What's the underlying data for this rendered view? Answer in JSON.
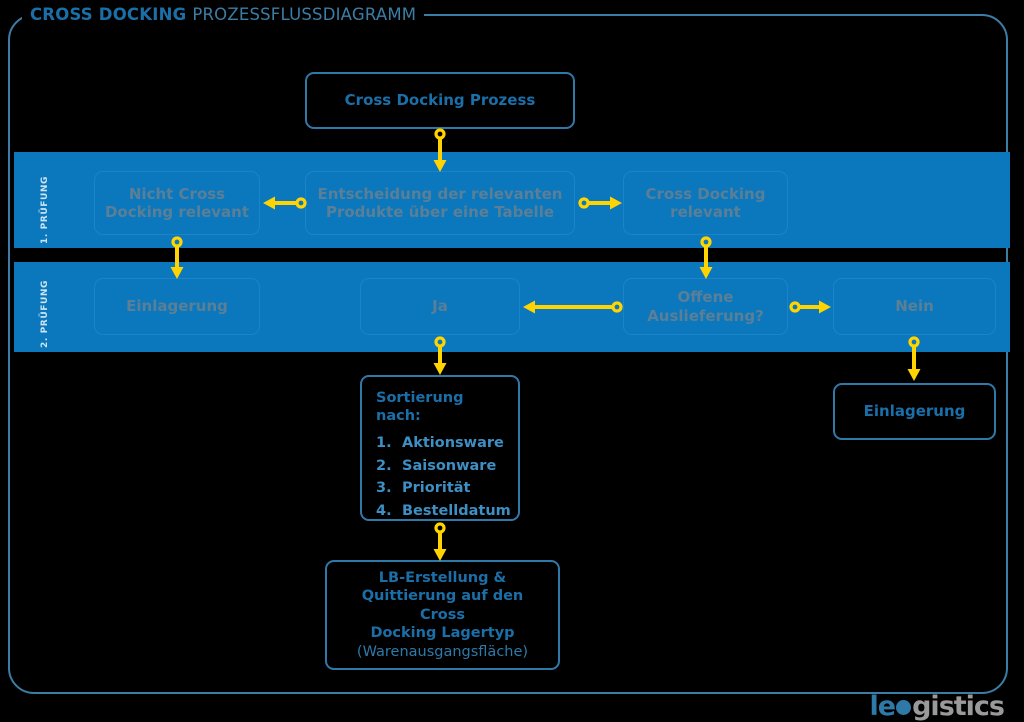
{
  "header": {
    "title_bold": "CROSS DOCKING",
    "title_light": "PROZESSFLUSSDIAGRAMM"
  },
  "logo": {
    "part1": "le",
    "part2": "gistics"
  },
  "bands": [
    {
      "label": "1. PRÜFUNG"
    },
    {
      "label": "2. PRÜFUNG"
    }
  ],
  "nodes": {
    "process": "Cross Docking Prozess",
    "nicht_relevant_l1": "Nicht Cross",
    "nicht_relevant_l2": "Docking relevant",
    "entscheidung_l1": "Entscheidung der relevanten",
    "entscheidung_l2": "Produkte über eine Tabelle",
    "cd_relevant_l1": "Cross Docking",
    "cd_relevant_l2": "relevant",
    "einlagerung_left": "Einlagerung",
    "ja": "Ja",
    "offene_l1": "Offene",
    "offene_l2": "Auslieferung?",
    "nein": "Nein",
    "einlagerung_right": "Einlagerung",
    "sort_heading": "Sortierung nach:",
    "sort_items": [
      {
        "num": "1.",
        "text": "Aktionsware"
      },
      {
        "num": "2.",
        "text": "Saisonware"
      },
      {
        "num": "3.",
        "text": "Priorität"
      },
      {
        "num": "4.",
        "text": "Bestelldatum"
      }
    ],
    "lb_l1": "LB-Erstellung &",
    "lb_l2": "Quittierung auf den Cross",
    "lb_l3": "Docking Lagertyp",
    "lb_l4": "(Warenausgangsfläche)"
  },
  "colors": {
    "band_blue": "#0b77bc",
    "frame_blue": "#3c7da6",
    "title_blue": "#1b6fa8",
    "arrow_yellow": "#ffd400",
    "background": "#000000"
  }
}
